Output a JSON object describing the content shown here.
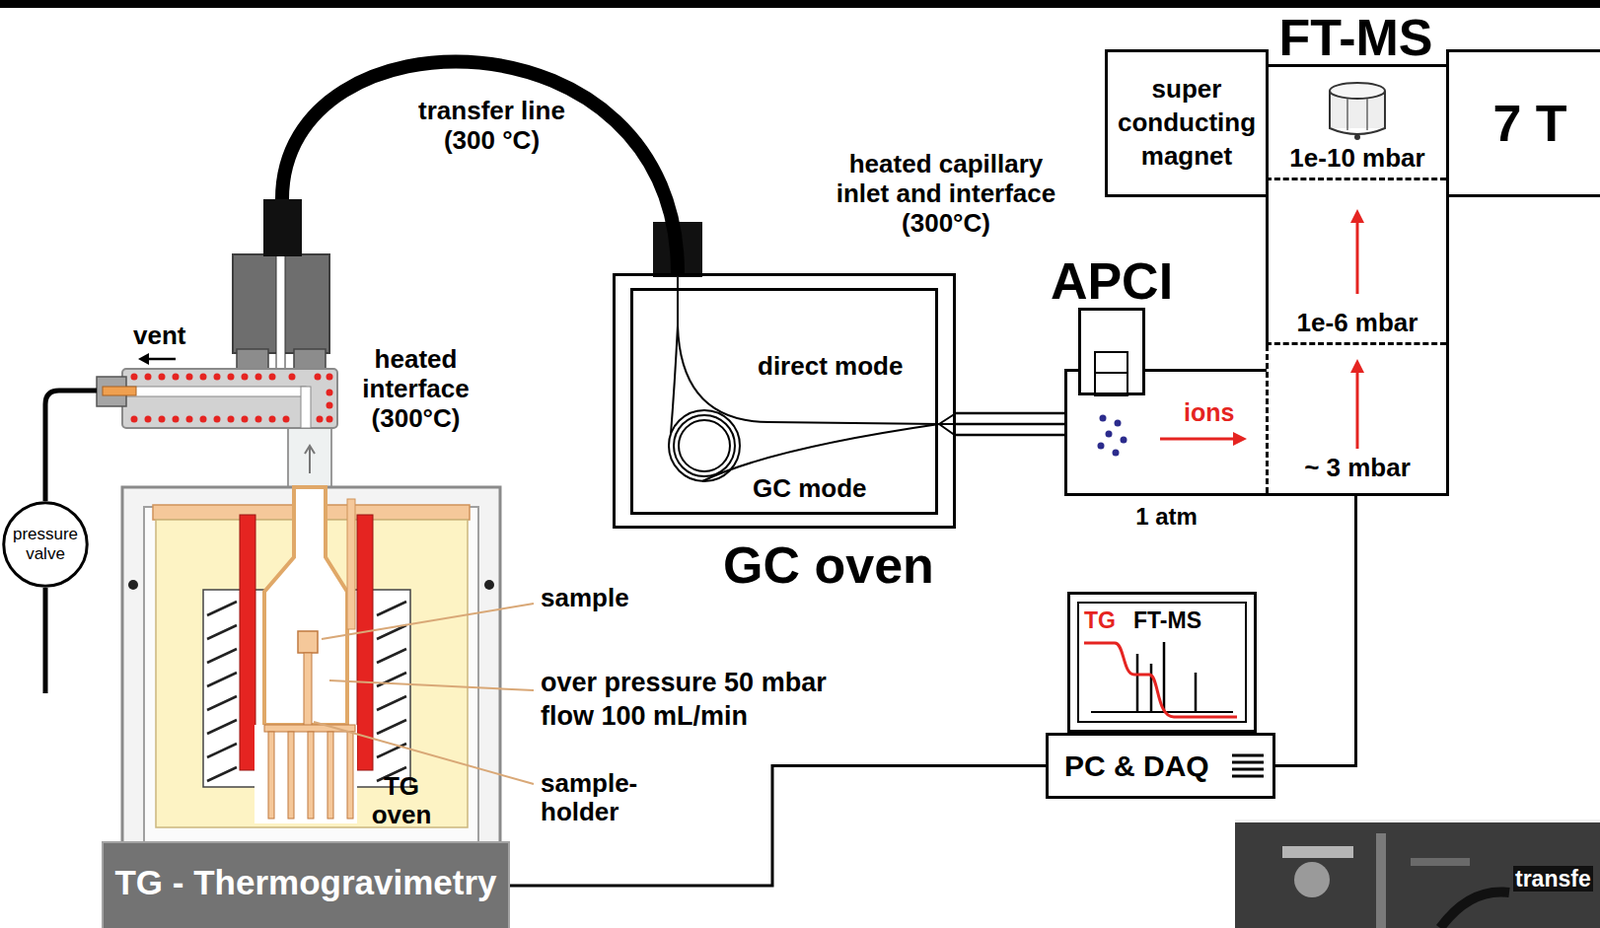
{
  "diagram": {
    "nodes": [
      {
        "text": [
          "FT-MS"
        ]
      },
      {
        "text": [
          "1e-10 mbar"
        ],
        "in": 0
      },
      {
        "text": [
          "1e-6 mbar"
        ],
        "in": 0
      },
      {
        "text": [
          "~ 3 mbar"
        ],
        "in": 0
      },
      {
        "text": [
          "super conducting magnet"
        ]
      },
      {
        "text": [
          "7 T"
        ]
      },
      {
        "text": [
          "heated interface (300°C)"
        ]
      },
      {
        "text": [
          "GC oven"
        ]
      },
      {
        "text": [
          "direct mode",
          "GC mode"
        ],
        "in": 7
      },
      {
        "text": [
          "ions",
          "1 atm"
        ]
      },
      {
        "text": [
          "APCI"
        ]
      },
      {
        "text": [
          "pressure valve"
        ]
      },
      {
        "text": [
          "TG - Thermogravimetry"
        ]
      },
      {
        "text": [
          "TG",
          "FT-MS"
        ]
      },
      {
        "text": [
          "PC & DAQ"
        ]
      }
    ],
    "edges": [
      {
        "from": 6,
        "to": 7,
        "arrow": "none",
        "label": "transfer line (300 °C)"
      },
      {
        "from": 7,
        "to": 9,
        "arrow": "none"
      },
      {
        "from": 6,
        "to": 11,
        "arrow": "none"
      },
      {
        "from": 12,
        "to": 14,
        "arrow": "none"
      },
      {
        "from": 3,
        "to": 14,
        "arrow": "none"
      }
    ],
    "labels": [
      "heated capillary inlet and interface (300°C)",
      "vent",
      "sample",
      "over pressure 50 mbar flow 100 mL/min",
      "sample- holder",
      "TG oven",
      "transfe"
    ]
  }
}
